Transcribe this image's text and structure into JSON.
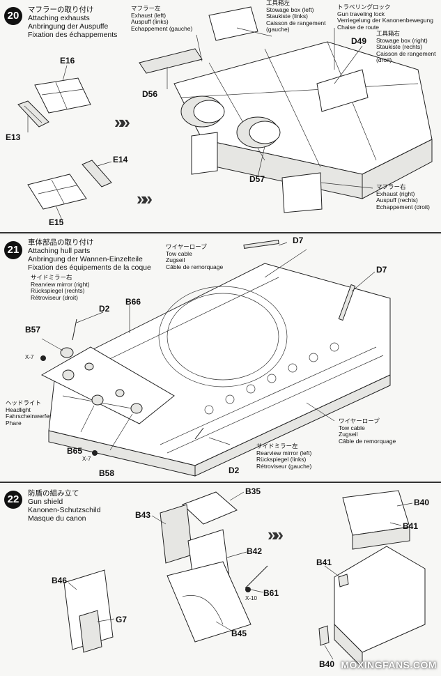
{
  "step20": {
    "number": "20",
    "title_jp": "マフラーの取り付け",
    "title_en": "Attaching exhausts",
    "title_de": "Anbringung der Auspuffe",
    "title_fr": "Fixation des échappements",
    "exhaust_left": [
      "マフラー左",
      "Exhaust (left)",
      "Auspuff (links)",
      "Echappement (gauche)"
    ],
    "stowage_left": [
      "工具箱左",
      "Stowage box (left)",
      "Staukiste (links)",
      "Caisson de rangement",
      "(gauche)"
    ],
    "gun_lock": [
      "トラベリングロック",
      "Gun traveling lock",
      "Verriegelung der Kanonenbewegung",
      "Chaise de route"
    ],
    "stowage_right": [
      "工具箱右",
      "Stowage box (right)",
      "Staukiste (rechts)",
      "Caisson de rangement",
      "(droit)"
    ],
    "exhaust_right": [
      "マフラー右",
      "Exhaust (right)",
      "Auspuff (rechts)",
      "Echappement (droit)"
    ],
    "parts": {
      "e16": "E16",
      "e13": "E13",
      "e14": "E14",
      "e15": "E15",
      "d56": "D56",
      "d49": "D49",
      "d57": "D57"
    }
  },
  "step21": {
    "number": "21",
    "title_jp": "車体部品の取り付け",
    "title_en": "Attaching hull parts",
    "title_de": "Anbringung der Wannen-Einzelteile",
    "title_fr": "Fixation des équipements de la coque",
    "tow_cable_top": [
      "ワイヤーロープ",
      "Tow cable",
      "Zugseil",
      "Câble de remorquage"
    ],
    "tow_cable_bottom": [
      "ワイヤーロープ",
      "Tow cable",
      "Zugseil",
      "Câble de remorquage"
    ],
    "mirror_right": [
      "サイドミラー右",
      "Rearview mirror (right)",
      "Rückspiegel (rechts)",
      "Rétroviseur (droit)"
    ],
    "mirror_left": [
      "サイドミラー左",
      "Rearview mirror (left)",
      "Rückspiegel (links)",
      "Rétroviseur (gauche)"
    ],
    "headlight": [
      "ヘッドライト",
      "Headlight",
      "Fahrscheinwerfer",
      "Phare"
    ],
    "parts": {
      "d7a": "D7",
      "d7b": "D7",
      "d2a": "D2",
      "d2b": "D2",
      "b66": "B66",
      "b57": "B57",
      "x7a": "X-7",
      "x7b": "X-7",
      "b65": "B65",
      "b58": "B58"
    }
  },
  "step22": {
    "number": "22",
    "title_jp": "防盾の組み立て",
    "title_en": "Gun shield",
    "title_de": "Kanonen-Schutzschild",
    "title_fr": "Masque du canon",
    "parts": {
      "b35": "B35",
      "b43": "B43",
      "b42": "B42",
      "b61": "B61",
      "x10": "X-10",
      "b45": "B45",
      "b46": "B46",
      "g7": "G7",
      "b40a": "B40",
      "b41a": "B41",
      "b41b": "B41",
      "b40b": "B40"
    }
  },
  "watermark": "MOXINGFANS.COM"
}
